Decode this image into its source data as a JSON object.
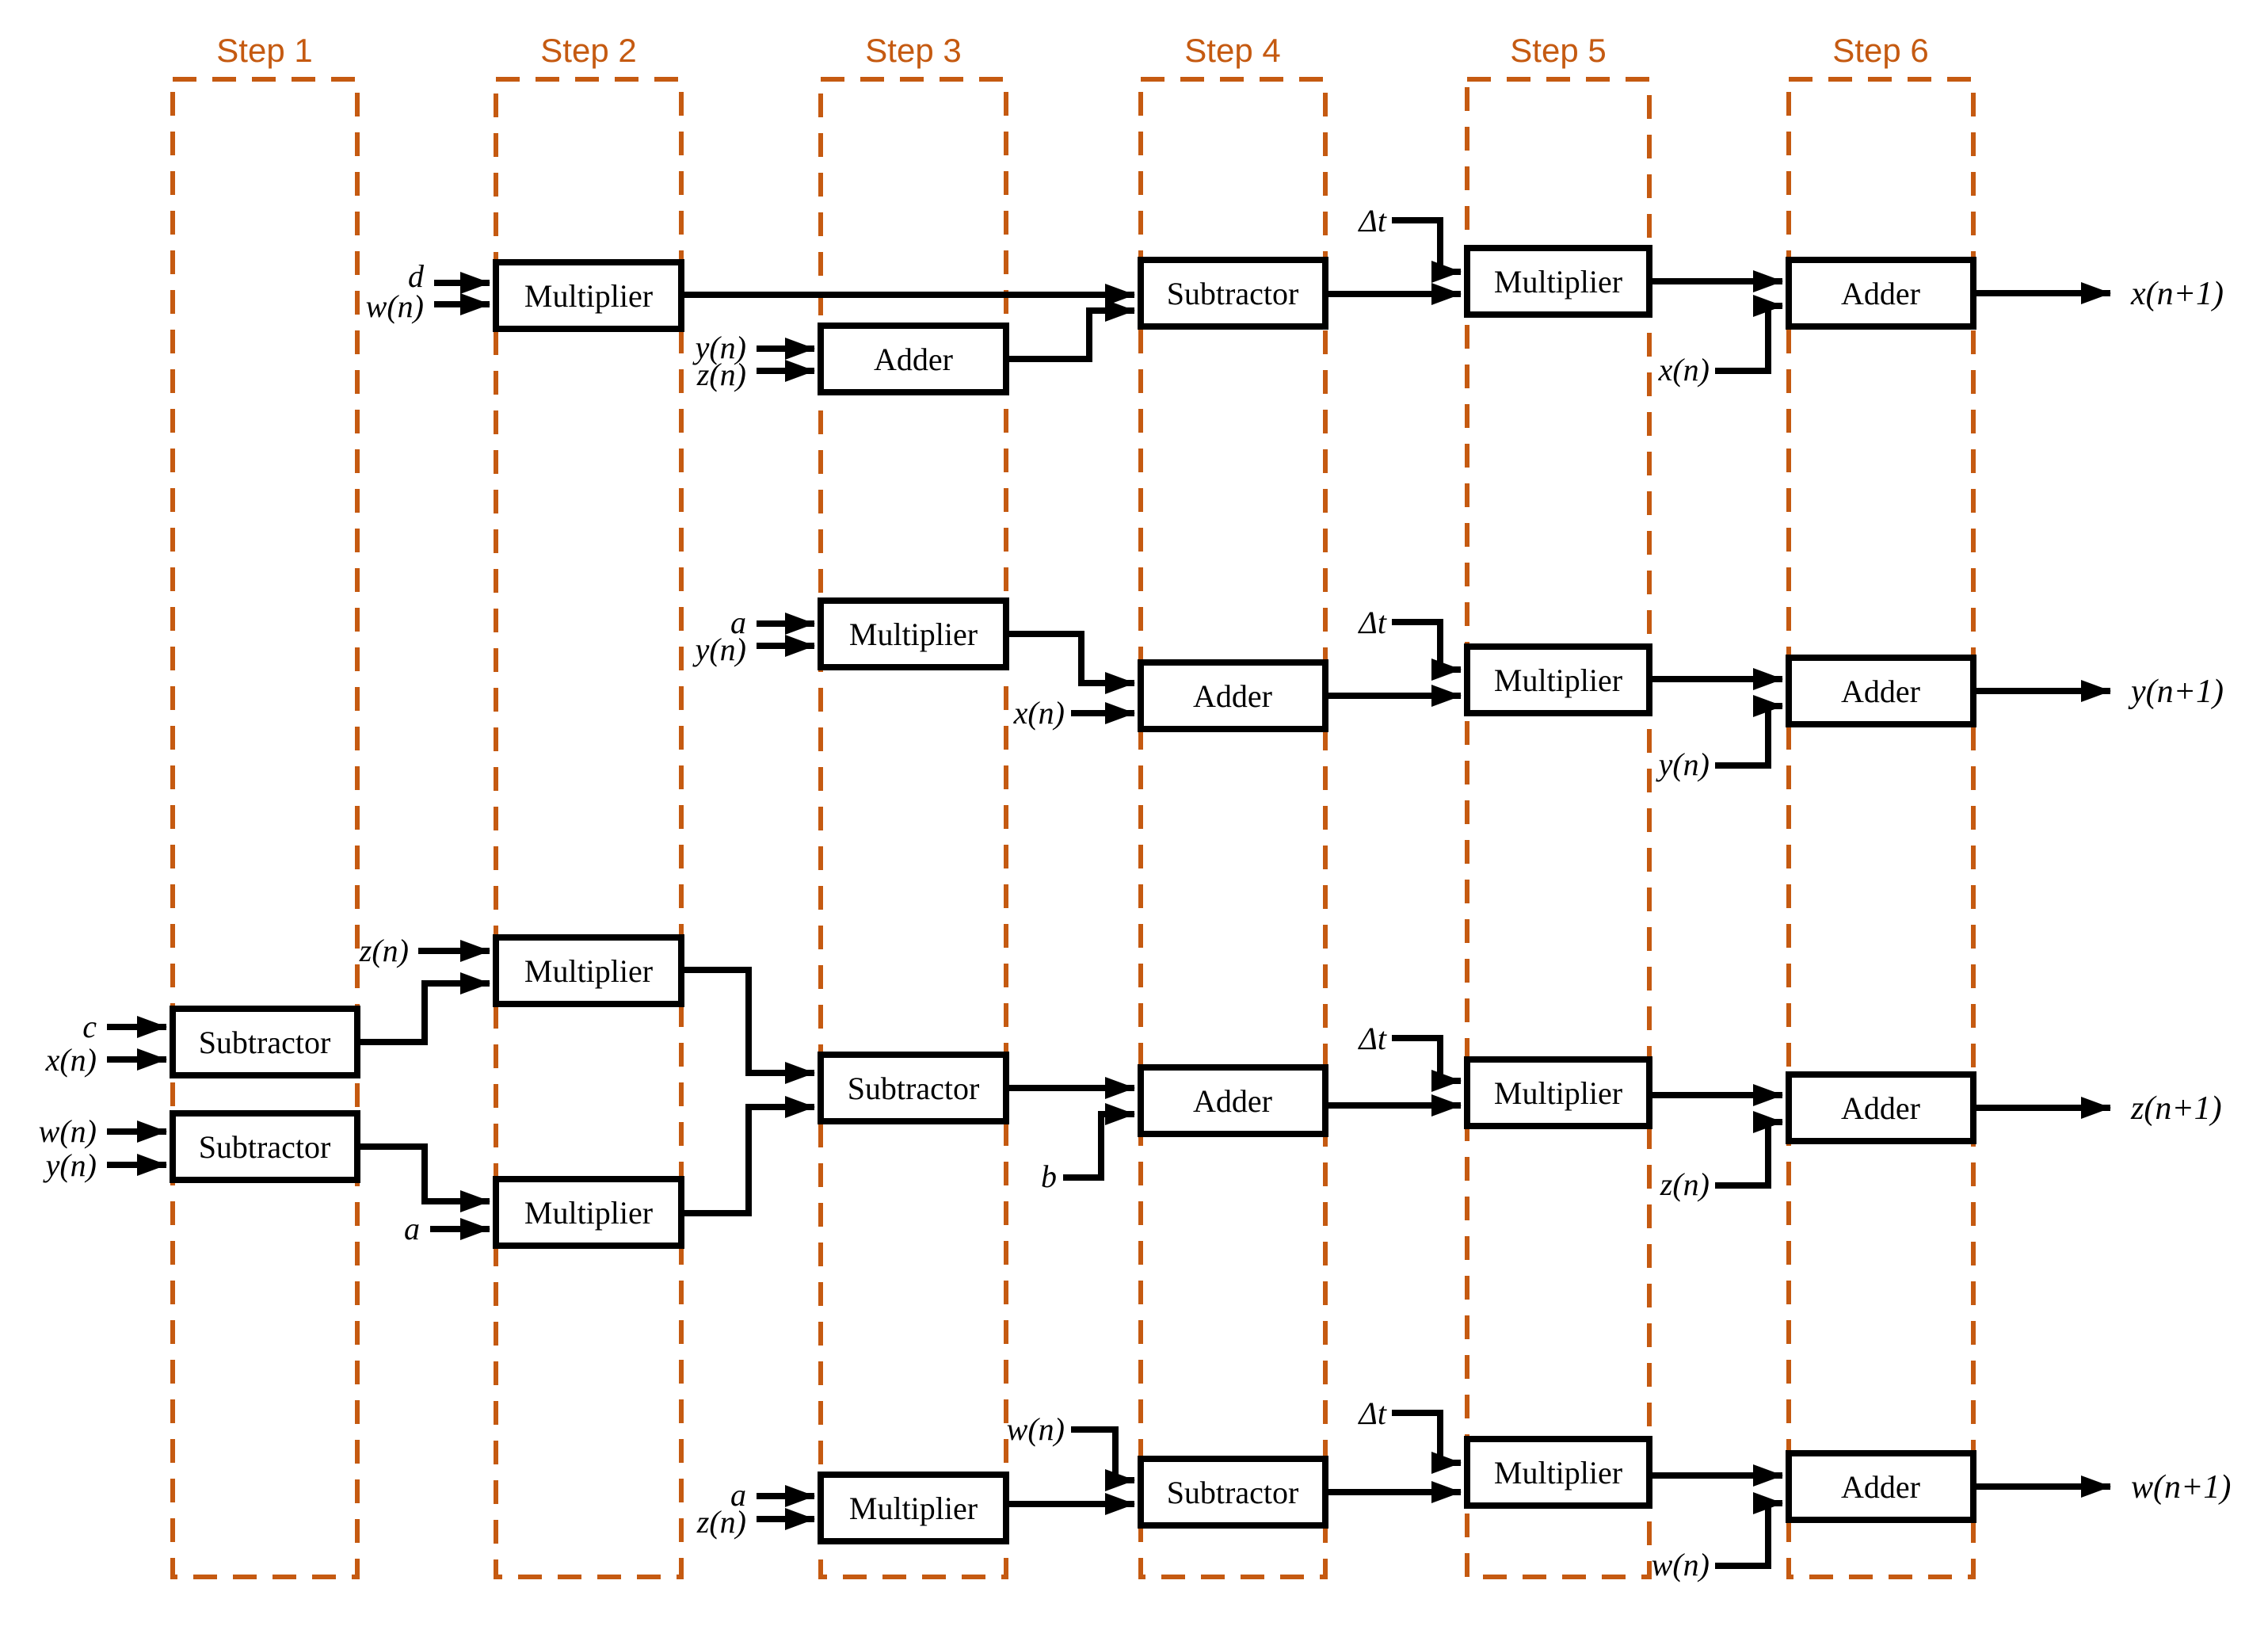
{
  "steps": [
    "Step 1",
    "Step 2",
    "Step 3",
    "Step 4",
    "Step 5",
    "Step 6"
  ],
  "colors": {
    "accent": "#C55A11",
    "line": "#000000",
    "box_fill": "#FFFFFF"
  },
  "nodes": {
    "r1s2_mult": "Multiplier",
    "r1s3_add": "Adder",
    "r1s4_sub": "Subtractor",
    "r1s5_mult": "Multiplier",
    "r1s6_add": "Adder",
    "r2s3_mult": "Multiplier",
    "r2s4_add": "Adder",
    "r2s5_mult": "Multiplier",
    "r2s6_add": "Adder",
    "r3s1_sub_top": "Subtractor",
    "r3s1_sub_bottom": "Subtractor",
    "r3s2_mult_top": "Multiplier",
    "r3s2_mult_bottom": "Multiplier",
    "r3s3_sub": "Subtractor",
    "r3s4_add": "Adder",
    "r3s5_mult": "Multiplier",
    "r3s6_add": "Adder",
    "r4s3_mult": "Multiplier",
    "r4s4_sub": "Subtractor",
    "r4s5_mult": "Multiplier",
    "r4s6_add": "Adder"
  },
  "inputs": {
    "r1_d": "d",
    "r1_wn": "w(n)",
    "r1_yn": "y(n)",
    "r1_zn": "z(n)",
    "r1_dt": "Δt",
    "r1_xn_fb": "x(n)",
    "r2_a": "a",
    "r2_yn": "y(n)",
    "r2_xn": "x(n)",
    "r2_dt": "Δt",
    "r2_yn_fb": "y(n)",
    "r3_c": "c",
    "r3_xn": "x(n)",
    "r3_wn": "w(n)",
    "r3_yn": "y(n)",
    "r3_zn": "z(n)",
    "r3_a": "a",
    "r3_b": "b",
    "r3_dt": "Δt",
    "r3_zn_fb": "z(n)",
    "r4_a": "a",
    "r4_zn": "z(n)",
    "r4_wn": "w(n)",
    "r4_dt": "Δt",
    "r4_wn_fb": "w(n)"
  },
  "outputs": {
    "r1": "x(n+1)",
    "r2": "y(n+1)",
    "r3": "z(n+1)",
    "r4": "w(n+1)"
  }
}
